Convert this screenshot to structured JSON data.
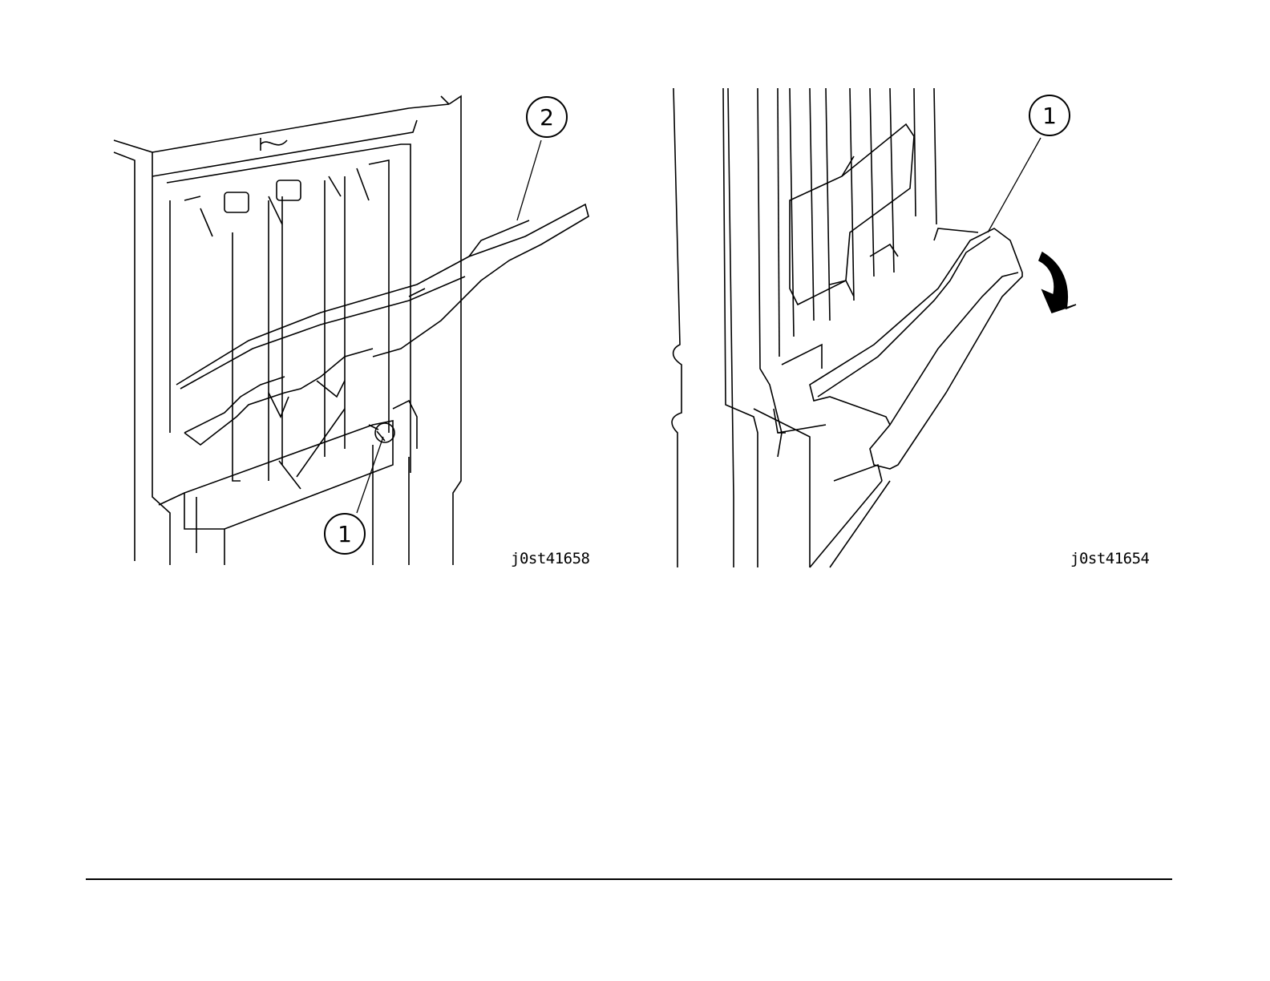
{
  "figures": [
    {
      "id_label": "j0st41658",
      "callouts": [
        "2",
        "1"
      ]
    },
    {
      "id_label": "j0st41654",
      "callouts": [
        "1"
      ]
    }
  ],
  "colors": {
    "line": "#000000",
    "background": "#ffffff"
  }
}
